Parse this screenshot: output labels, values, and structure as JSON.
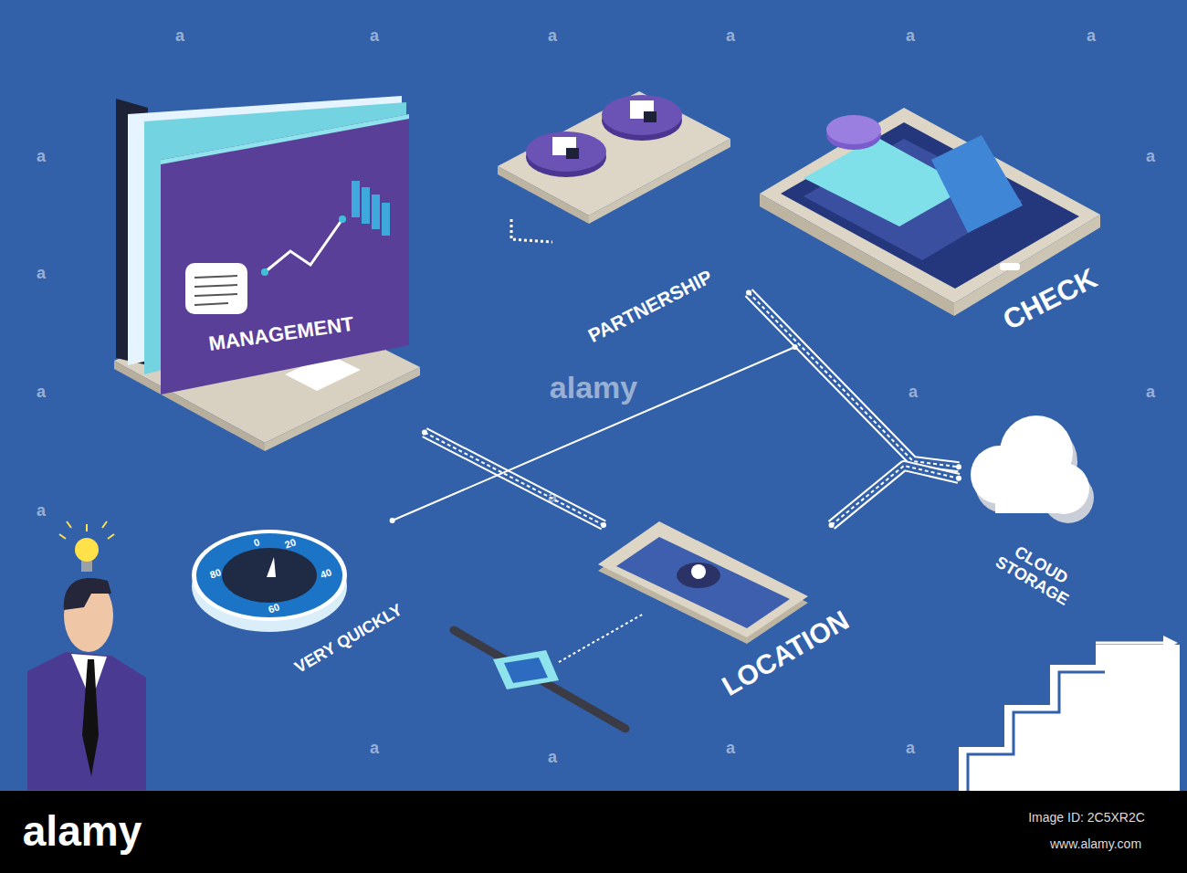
{
  "diagram": {
    "nodes": [
      {
        "text": [
          "MANAGEMENT"
        ]
      },
      {
        "text": [
          "PARTNERSHIP"
        ]
      },
      {
        "text": [
          "CHECK"
        ]
      },
      {
        "text": [
          "0",
          "20",
          "80",
          "40",
          "60",
          "VERY QUICKLY"
        ]
      },
      {
        "text": [
          "LOCATION"
        ]
      },
      {
        "text": [
          "CLOUD STORAGE"
        ]
      }
    ],
    "edges": [
      {
        "from": 0,
        "to": 4,
        "arrow": "none"
      },
      {
        "from": 1,
        "to": 5,
        "arrow": "none"
      },
      {
        "from": 3,
        "to": 2,
        "arrow": "none"
      },
      {
        "from": 4,
        "to": 5,
        "arrow": "none"
      }
    ],
    "labels": [
      "a",
      "a",
      "a",
      "a",
      "a",
      "a",
      "a",
      "a",
      "a",
      "a",
      "a",
      "a",
      "a",
      "a",
      "a",
      "a",
      "a",
      "a",
      "alamy",
      "alamy",
      "Image ID: 2C5XR2C",
      "www.alamy.com"
    ]
  }
}
